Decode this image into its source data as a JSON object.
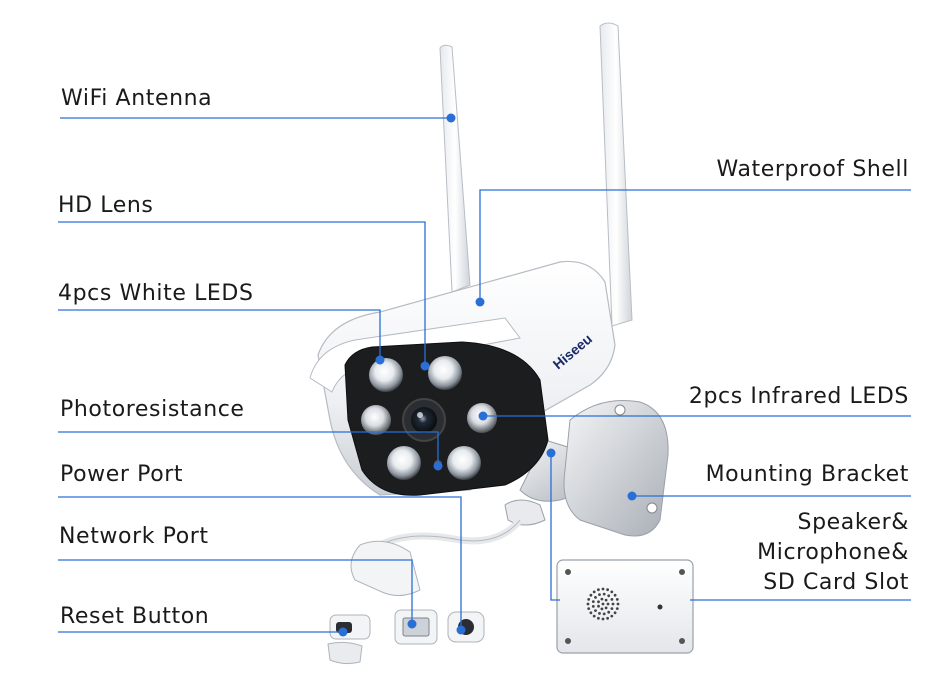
{
  "colors": {
    "leader": "#2a6fd6",
    "dot": "#2a6fd6",
    "text": "#1a1a1a",
    "body": "#f2f4f6",
    "face": "#1b1b1b",
    "bracket": "#cfd3d8"
  },
  "brand": "Hiseeu",
  "labels": {
    "wifi_antenna": "WiFi Antenna",
    "hd_lens": "HD Lens",
    "white_leds": "4pcs White LEDS",
    "photoresistance": "Photoresistance",
    "power_port": "Power Port",
    "network_port": "Network Port",
    "reset_button": "Reset Button",
    "waterproof_shell": "Waterproof Shell",
    "infrared_leds": "2pcs Infrared LEDS",
    "mounting_bracket": "Mounting Bracket",
    "speaker_line1": "Speaker&",
    "speaker_line2": "Microphone&",
    "speaker_line3": "SD Card Slot"
  }
}
